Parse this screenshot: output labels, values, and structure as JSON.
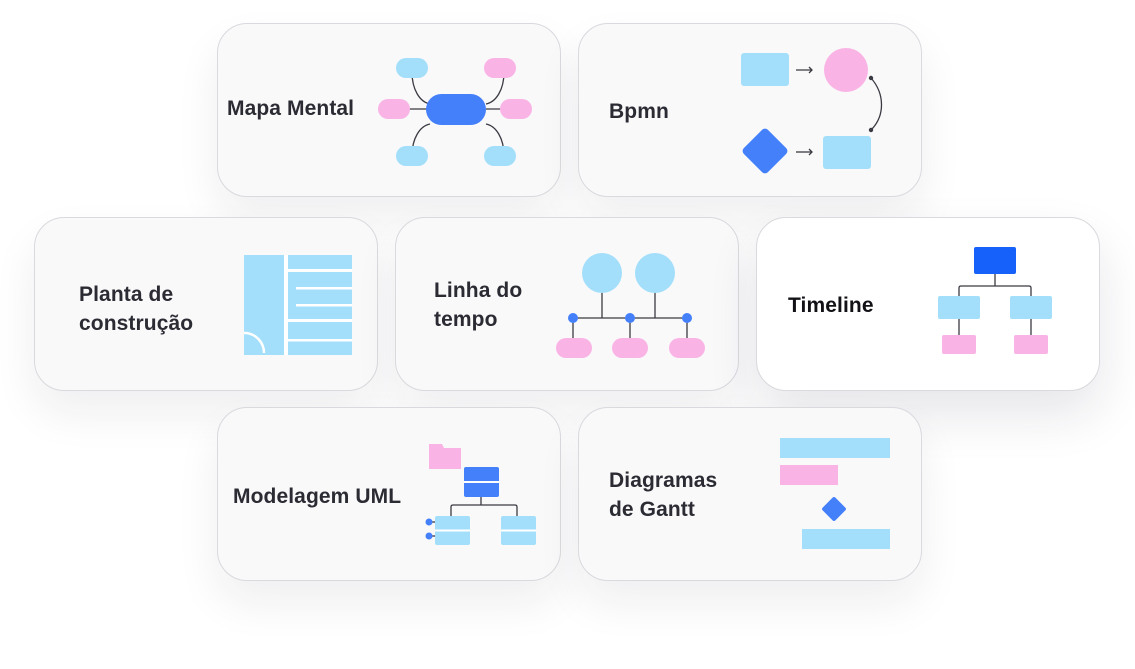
{
  "cards": [
    {
      "label": "Mapa Mental",
      "icon": "mind-map-icon"
    },
    {
      "label": "Bpmn",
      "icon": "bpmn-icon"
    },
    {
      "label": [
        "Planta de",
        "construção"
      ],
      "icon": "floor-plan-icon"
    },
    {
      "label": [
        "Linha do",
        "tempo"
      ],
      "icon": "timeline-icon"
    },
    {
      "label": "Timeline",
      "icon": "org-chart-icon"
    },
    {
      "label": "Modelagem UML",
      "icon": "uml-icon"
    },
    {
      "label": [
        "Diagramas",
        "de Gantt"
      ],
      "icon": "gantt-chart-icon"
    }
  ],
  "colors": {
    "light_blue": "#a3dffa",
    "pink": "#f9b4e5",
    "blue": "#4580fb",
    "dark_blue": "#1761fb",
    "line": "#3a3a42"
  }
}
